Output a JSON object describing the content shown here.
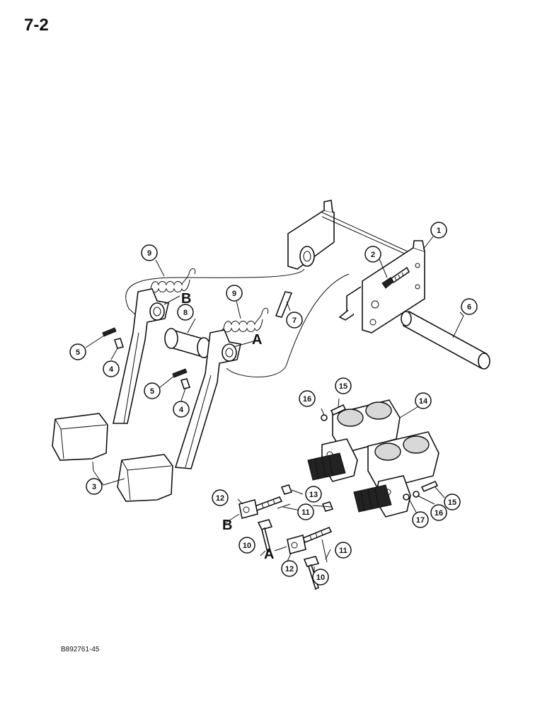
{
  "page": {
    "number": "7-2",
    "figure_code": "B892761-45"
  },
  "callouts": [
    {
      "label": "1"
    },
    {
      "label": "2"
    },
    {
      "label": "3"
    },
    {
      "label": "4"
    },
    {
      "label": "4"
    },
    {
      "label": "5"
    },
    {
      "label": "5"
    },
    {
      "label": "6"
    },
    {
      "label": "7"
    },
    {
      "label": "8"
    },
    {
      "label": "9"
    },
    {
      "label": "9"
    },
    {
      "label": "10"
    },
    {
      "label": "10"
    },
    {
      "label": "11"
    },
    {
      "label": "11"
    },
    {
      "label": "12"
    },
    {
      "label": "12"
    },
    {
      "label": "13"
    },
    {
      "label": "14"
    },
    {
      "label": "15"
    },
    {
      "label": "15"
    },
    {
      "label": "16"
    },
    {
      "label": "16"
    },
    {
      "label": "17"
    }
  ],
  "view_letters": [
    "B",
    "A",
    "B",
    "A"
  ]
}
